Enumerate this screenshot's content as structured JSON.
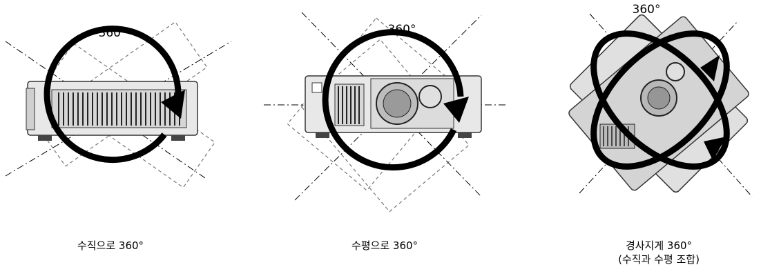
{
  "panels": [
    {
      "degree": "360°",
      "caption": "수직으로 360°"
    },
    {
      "degree": "360°",
      "caption": "수평으로 360°"
    },
    {
      "degree": "360°",
      "caption_line1": "경사지게 360°",
      "caption_line2": "(수직과 수평 조합)"
    }
  ],
  "colors": {
    "line": "#000000",
    "body_fill": "#e6e6e6",
    "body_stroke": "#333333",
    "dashed": "#666666"
  },
  "icons": [
    "rotation-arrow-icon",
    "projector-icon",
    "projection-lens-icon"
  ]
}
